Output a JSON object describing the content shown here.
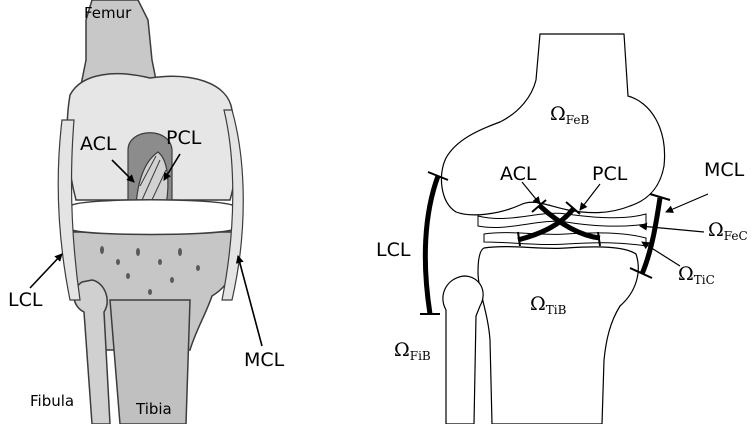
{
  "left_panel": {
    "labels": {
      "femur": "Femur",
      "acl": "ACL",
      "pcl": "PCL",
      "lcl": "LCL",
      "mcl": "MCL",
      "fibula": "Fibula",
      "tibia": "Tibia"
    }
  },
  "right_panel": {
    "labels": {
      "acl": "ACL",
      "pcl": "PCL",
      "lcl": "LCL",
      "mcl": "MCL"
    },
    "domains": {
      "omega": "Ω",
      "feb_sub": "FeB",
      "fec_sub": "FeC",
      "tic_sub": "TiC",
      "tib_sub": "TiB",
      "fib_sub": "FiB"
    }
  }
}
